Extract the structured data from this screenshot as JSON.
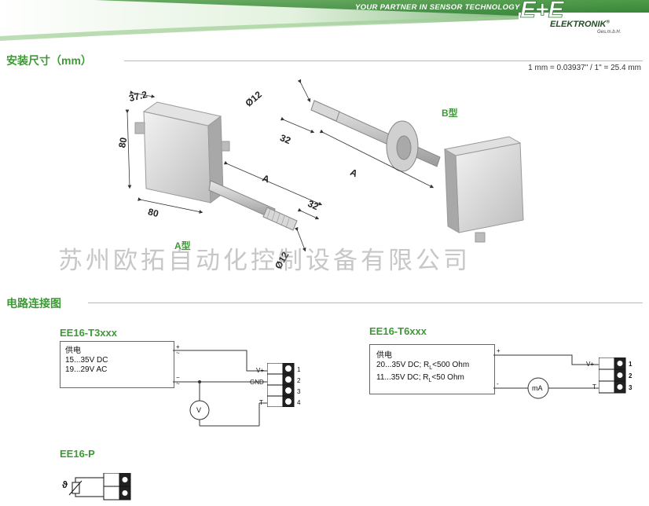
{
  "header": {
    "tagline": "YOUR PARTNER IN SENSOR TECHNOLOGY",
    "logo_ee": "E+E",
    "brand": "ELEKTRONIK",
    "brand_mark": "®",
    "company_suffix": "Ges.m.b.H."
  },
  "dimensions": {
    "title": "安装尺寸（mm）",
    "conversion": "1 mm = 0.03937\" / 1\" = 25.4 mm",
    "labels": {
      "width_top": "37.2",
      "height": "80",
      "width_bottom": "80",
      "probe_dia_a": "Ø12",
      "probe_dia_b": "Ø12",
      "length_a": "A",
      "length_b": "A",
      "flange_32_a": "32",
      "flange_32_b": "32",
      "type_a": "A型",
      "type_b": "B型"
    }
  },
  "watermark": "苏州欧拓自动化控制设备有限公司",
  "wiring": {
    "title": "电路连接图",
    "t3": {
      "title": "EE16-T3xxx",
      "supply_heading": "供电",
      "supply_1": "15...35V DC",
      "supply_2": "19...29V AC",
      "plus": "+",
      "tilde_top": "~",
      "minus": "−",
      "tilde_bottom": "~",
      "meter": "V",
      "sig_vplus": "V+",
      "sig_gnd": "GND",
      "sig_t": "T",
      "terminals": [
        "1",
        "2",
        "3",
        "4"
      ]
    },
    "t6": {
      "title": "EE16-T6xxx",
      "supply_heading": "供电",
      "supply_1_pre": "20...35V DC; R",
      "supply_1_sub": "L",
      "supply_1_post": "<500 Ohm",
      "supply_2_pre": "11...35V DC; R",
      "supply_2_sub": "L",
      "supply_2_post": "<50 Ohm",
      "plus": "+",
      "minus": "-",
      "meter": "mA",
      "sig_vplus": "V+",
      "sig_t": "T",
      "terminals": [
        "1",
        "2",
        "3"
      ]
    },
    "p": {
      "title": "EE16-P",
      "symbol": "ϑ"
    }
  },
  "colors": {
    "accent_green": "#3c9a35",
    "banner_dark": "#2e7d32",
    "banner_light": "#d7ecd2",
    "line_gray": "#b9b9b9"
  }
}
